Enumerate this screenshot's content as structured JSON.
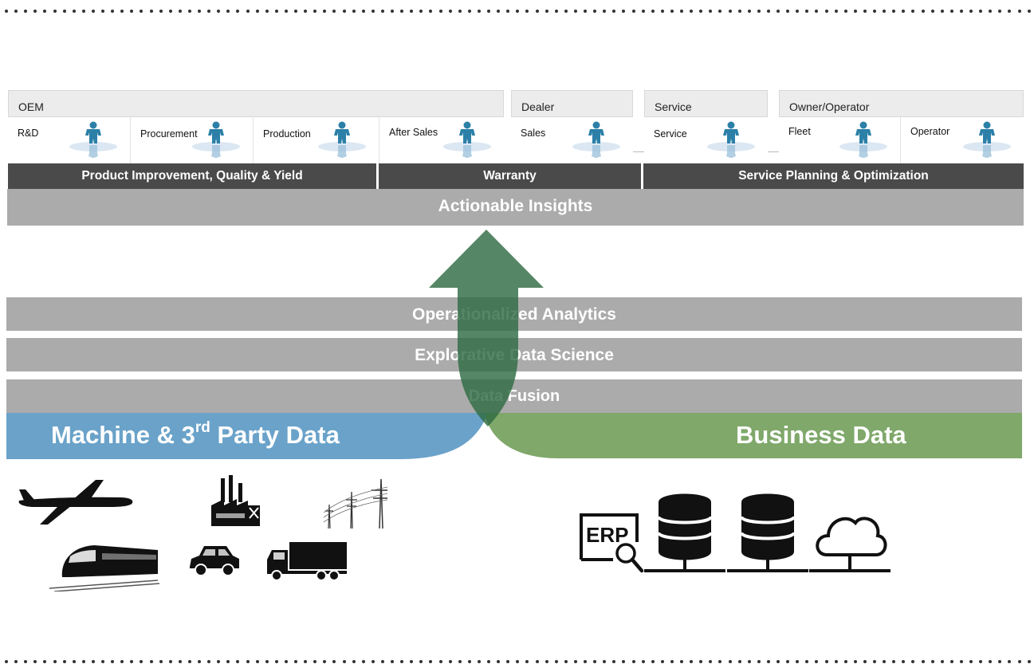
{
  "groups": [
    {
      "title": "OEM",
      "roles": [
        "R&D",
        "Procurement",
        "Production",
        "After Sales"
      ]
    },
    {
      "title": "Dealer",
      "roles": [
        "Sales"
      ]
    },
    {
      "title": "Service",
      "roles": [
        "Service"
      ]
    },
    {
      "title": "Owner/Operator",
      "roles": [
        "Fleet",
        "Operator"
      ]
    }
  ],
  "use_case_bars": [
    "Product Improvement, Quality & Yield",
    "Warranty",
    "Service Planning & Optimization"
  ],
  "insights_bar": "Actionable Insights",
  "layers": [
    "Operationalized Analytics",
    "Explorative Data Science",
    "Data Fusion"
  ],
  "sources": {
    "machine_title": "Machine & 3",
    "machine_sup": "rd",
    "machine_suffix": " Party Data",
    "business_title": "Business Data"
  },
  "erp_label": "ERP",
  "icons": {
    "machine": [
      "airplane-icon",
      "factory-icon",
      "power-line-icon",
      "train-icon",
      "car-icon",
      "truck-icon"
    ],
    "business": [
      "erp-search-icon",
      "database-icon",
      "database-icon",
      "cloud-icon"
    ]
  },
  "colors": {
    "machine_blue": "#5f9bc5",
    "business_green": "#75a15f",
    "arrow_green": "#2f6b43",
    "bar_gray": "#ababab",
    "bar_dark": "#4a4a4a"
  }
}
